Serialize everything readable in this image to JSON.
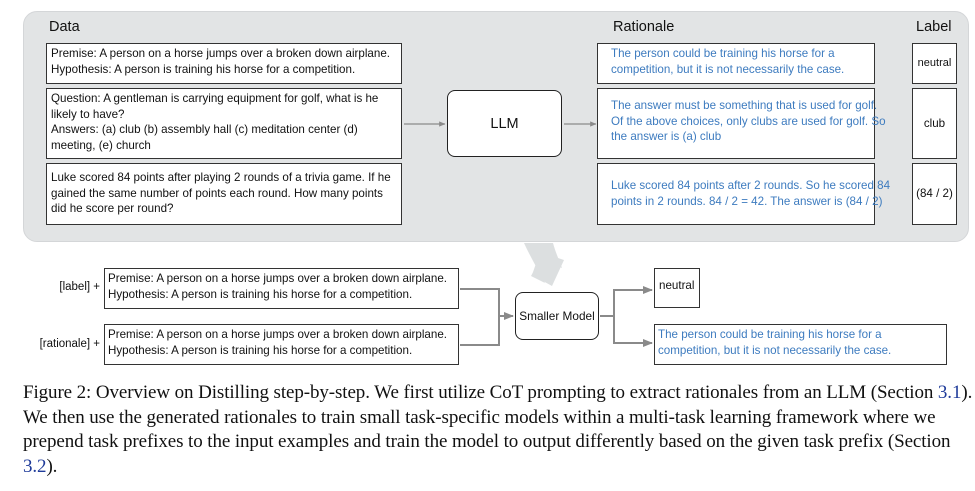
{
  "top_panel": {
    "headers": {
      "data": "Data",
      "rationale": "Rationale",
      "label": "Label"
    },
    "llm_label": "LLM",
    "rows": [
      {
        "data": [
          "Premise: A person on a horse jumps over a broken down airplane.",
          "Hypothesis: A person is training his horse for a competition."
        ],
        "rationale": [
          "The person could be training his horse for a",
          "competition, but it is not necessarily the case."
        ],
        "label": "neutral"
      },
      {
        "data": [
          "Question: A gentleman is carrying equipment for golf, what is he",
          "likely to have?",
          "Answers: (a) club (b) assembly hall (c) meditation center (d)",
          "meeting, (e) church"
        ],
        "rationale": [
          "The answer must be something that is used for golf.",
          "Of the above choices, only clubs are used for golf. So",
          "the answer is (a) club"
        ],
        "label": "club"
      },
      {
        "data": [
          "Luke scored 84 points after playing 2 rounds of a trivia game. If he",
          "gained the same number of points each round. How many points",
          "did he score per round?"
        ],
        "rationale": [
          "Luke scored 84 points after 2 rounds. So he scored 84",
          "points in 2 rounds. 84 / 2 = 42. The answer is (84 / 2)"
        ],
        "label": "(84 / 2)"
      }
    ]
  },
  "bottom_panel": {
    "inputs": [
      {
        "prefix": "[label] +",
        "text": [
          "Premise: A person on a horse jumps over a broken down airplane.",
          "Hypothesis: A person is training his horse for a competition."
        ]
      },
      {
        "prefix": "[rationale] +",
        "text": [
          "Premise: A person on a horse jumps over a broken down airplane.",
          "Hypothesis: A person is training his horse for a competition."
        ]
      }
    ],
    "model_label": "Smaller Model",
    "outputs": {
      "label": "neutral",
      "rationale": [
        "The person could be training his horse for a",
        "competition, but it is not necessarily the case."
      ]
    }
  },
  "caption": {
    "parts": [
      "Figure 2: Overview on Distilling step-by-step. We first utilize CoT prompting to extract rationales from an LLM (Section ",
      "3.1",
      "). We then use the generated rationales to train small task-specific models within a multi-task learning framework where we prepend task prefixes to the input examples and train the model to output differently based on the given task prefix (Section ",
      "3.2",
      ")."
    ]
  },
  "colors": {
    "panel_bg": "#e2e4e5",
    "rationale_text": "#3d7bbf",
    "arrow": "#8a8a8a",
    "caption_ref": "#1f3b9a"
  }
}
